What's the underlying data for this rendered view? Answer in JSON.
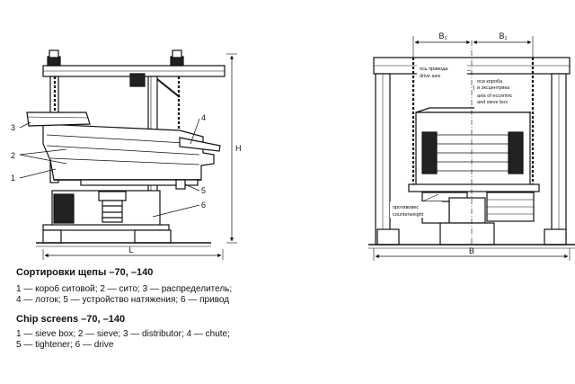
{
  "side_view": {
    "callouts": [
      "1",
      "2",
      "3",
      "4",
      "5",
      "6"
    ],
    "dim_length": "L",
    "dim_height": "H"
  },
  "front_view": {
    "dim_b1_left": "B₁",
    "dim_b1_right": "B₁",
    "dim_b": "B",
    "drive_axis_ru": "ось привода",
    "drive_axis_en": "drive axis",
    "eccentric_axis_ru_1": "оси короба",
    "eccentric_axis_ru_2": "и эксцентрика",
    "eccentric_axis_en_1": "axis of eccentric",
    "eccentric_axis_en_2": "and sieve box",
    "counterweight_ru": "противовес",
    "counterweight_en": "counterweight"
  },
  "caption": {
    "ru_title": "Сортировки щепы –70, –140",
    "ru_line1": "1 — короб ситовой; 2 — сито; 3 — распределитель;",
    "ru_line2": "4 — лоток; 5 — устройство натяжения; 6 — привод",
    "en_title": "Chip screens –70, –140",
    "en_line1": "1 — sieve box; 2 — sieve; 3 — distributor; 4 — chute;",
    "en_line2": "5 — tightener; 6 — drive"
  }
}
